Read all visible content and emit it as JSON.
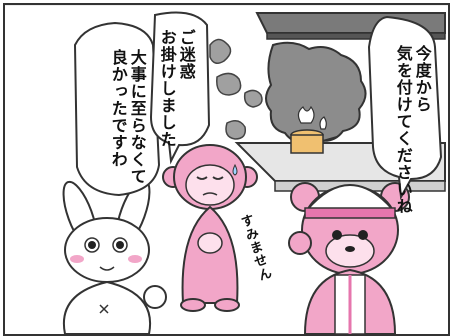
{
  "dialogue": {
    "bear_line1": "今度から",
    "bear_line2": "気を付けてくださいね",
    "monkey_line1": "ご迷惑",
    "monkey_line2": "お掛けしました",
    "rabbit_line1": "大事に至らなくて",
    "rabbit_line2": "良かったですわ",
    "sfx": "すみません"
  },
  "colors": {
    "pink": "#f2a6c8",
    "pink_dark": "#e676ad",
    "smoke": "#9a9a9a",
    "hood": "#6f6f6f"
  },
  "icons": [
    "range-hood-icon",
    "pot-icon",
    "smoke-icon",
    "fire-helmet-icon"
  ]
}
